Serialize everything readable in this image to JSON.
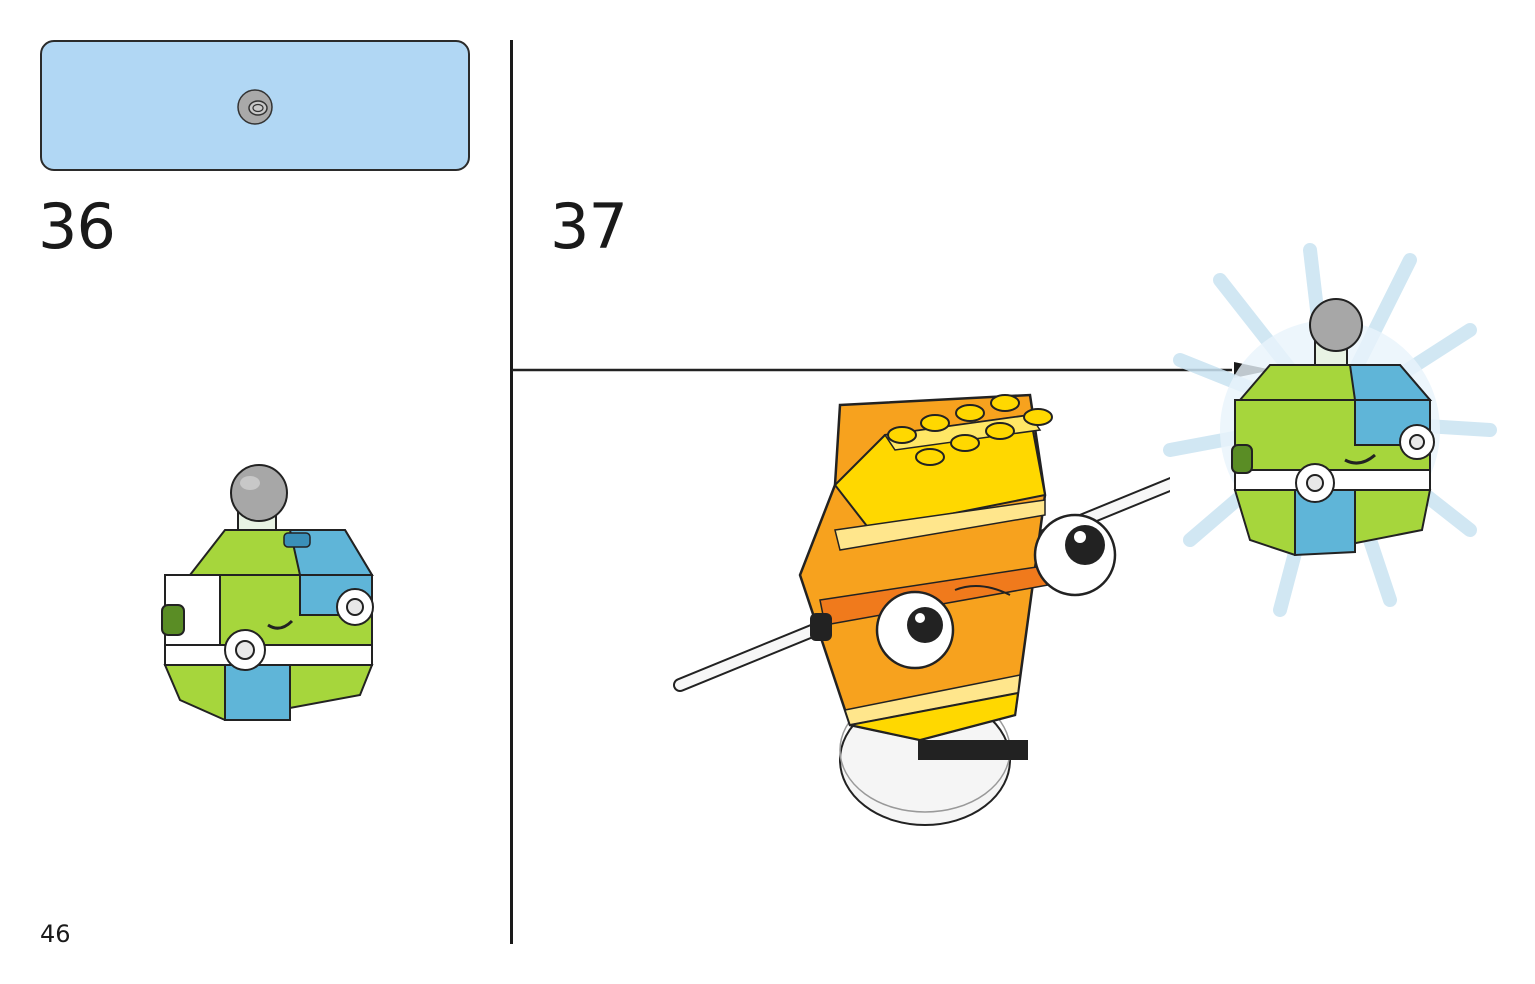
{
  "page": {
    "number": "46"
  },
  "parts_list": {
    "items": [
      {
        "part": "light-grey-round-plate-icon",
        "count": ""
      }
    ]
  },
  "steps": [
    {
      "number": "36"
    },
    {
      "number": "37"
    }
  ],
  "colors": {
    "parts_box_bg": "#b1d7f4",
    "lime": "#a6d63c",
    "azure": "#5fb5d8",
    "orange": "#f7a21e",
    "yellow": "#ffd800",
    "light_grey": "#a9a9a9"
  }
}
